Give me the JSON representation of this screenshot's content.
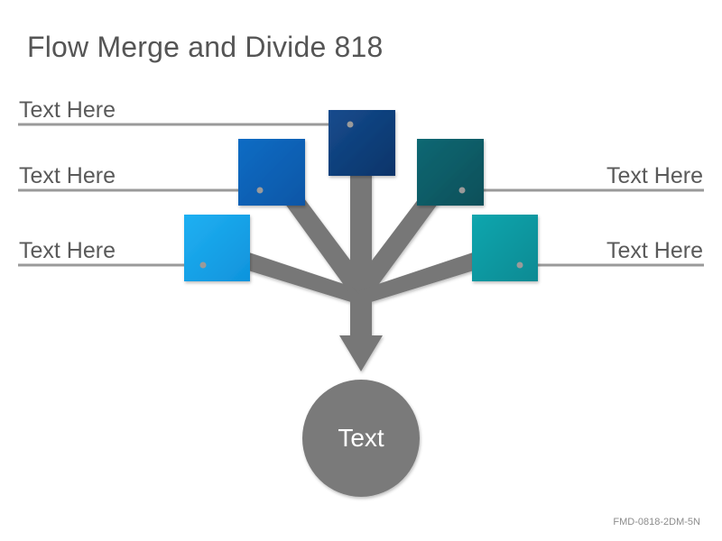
{
  "title": "Flow Merge and Divide 818",
  "labels": {
    "top_left": "Text Here",
    "mid_left": "Text Here",
    "low_left": "Text Here",
    "mid_right": "Text Here",
    "low_right": "Text Here"
  },
  "center_circle": "Text",
  "footer_code": "FMD-0818-2DM-5N",
  "colors": {
    "box_top": "#0d3d78",
    "box_left_upper": "#0a5fb4",
    "box_left_lower": "#16a2e8",
    "box_right_upper": "#0a5b66",
    "box_right_lower": "#0c9aa2",
    "arrows": "#777777",
    "circle": "#7a7a7a",
    "leader_lines": "#9a9a9a"
  }
}
